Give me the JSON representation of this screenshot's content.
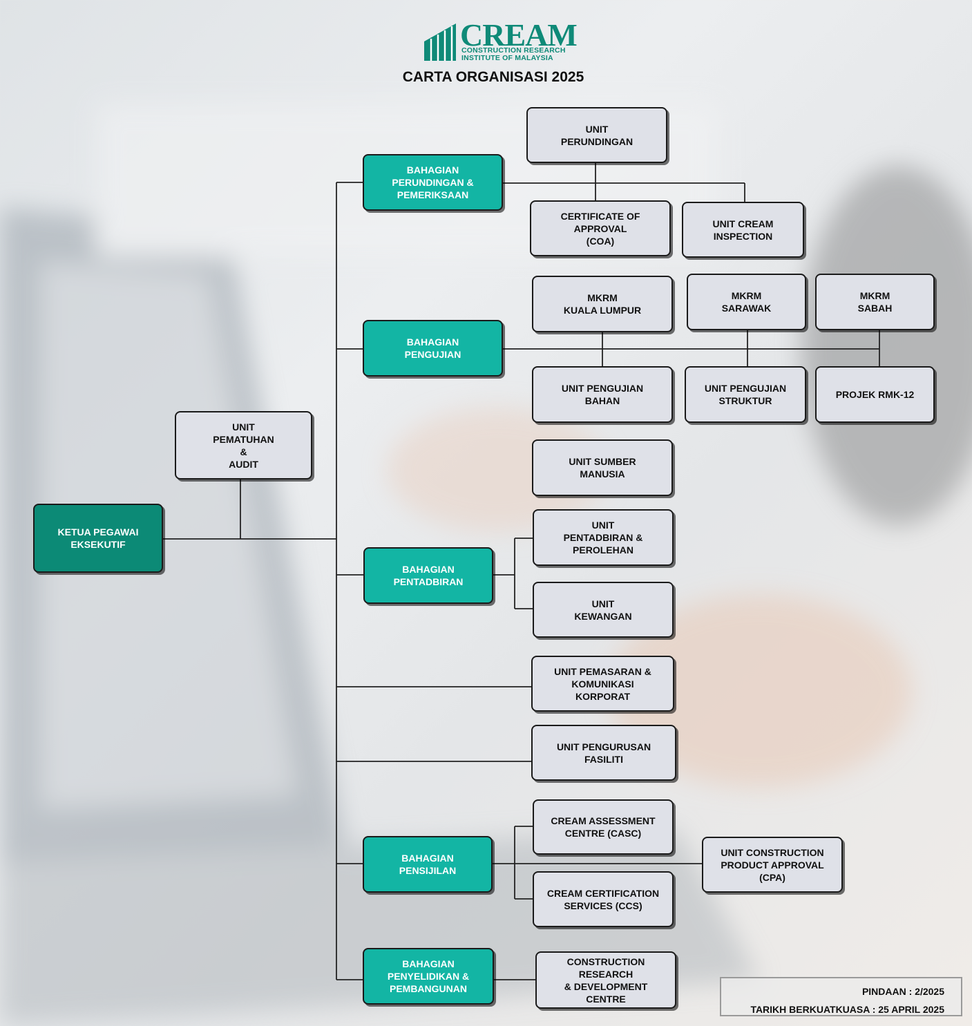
{
  "logo": {
    "wordmark": "CREAM",
    "subtitle_line1": "CONSTRUCTION RESEARCH",
    "subtitle_line2": "INSTITUTE OF MALAYSIA",
    "brand_color": "#0f8a78"
  },
  "title": "CARTA ORGANISASI 2025",
  "colors": {
    "division": "#13b5a4",
    "ceo": "#0c8a76",
    "unit": "#dfe1e8",
    "border": "#1a1a1a"
  },
  "ceo": "KETUA PEGAWAI\nEKSEKUTIF",
  "audit": "UNIT\nPEMATUHAN\n&\nAUDIT",
  "divisions": {
    "perundingan": "BAHAGIAN\nPERUNDINGAN &\nPEMERIKSAAN",
    "pengujian": "BAHAGIAN\nPENGUJIAN",
    "pentadbiran": "BAHAGIAN\nPENTADBIRAN",
    "pensijilan": "BAHAGIAN\nPENSIJILAN",
    "penyelidikan": "BAHAGIAN\nPENYELIDIKAN &\nPEMBANGUNAN"
  },
  "units": {
    "perundingan": "UNIT\nPERUNDINGAN",
    "coa": "CERTIFICATE OF\nAPPROVAL\n(COA)",
    "inspection": "UNIT CREAM\nINSPECTION",
    "mkrm_kl": "MKRM\nKUALA LUMPUR",
    "mkrm_sarawak": "MKRM\nSARAWAK",
    "mkrm_sabah": "MKRM\nSABAH",
    "bahan": "UNIT PENGUJIAN\nBAHAN",
    "struktur": "UNIT PENGUJIAN\nSTRUKTUR",
    "rmk12": "PROJEK RMK-12",
    "sumber": "UNIT SUMBER\nMANUSIA",
    "perolehan": "UNIT\nPENTADBIRAN &\nPEROLEHAN",
    "kewangan": "UNIT\nKEWANGAN",
    "pemasaran": "UNIT PEMASARAN &\nKOMUNIKASI\nKORPORAT",
    "fasiliti": "UNIT PENGURUSAN\nFASILITI",
    "casc": "CREAM ASSESSMENT\nCENTRE (CASC)",
    "ccs": "CREAM CERTIFICATION\nSERVICES (CCS)",
    "cpa": "UNIT CONSTRUCTION\nPRODUCT APPROVAL\n(CPA)",
    "crdc": "CONSTRUCTION\nRESEARCH\n& DEVELOPMENT\nCENTRE"
  },
  "footer": {
    "pindaan": "PINDAAN : 2/2025",
    "tarikh": "TARIKH BERKUATKUASA : 25 APRIL 2025"
  }
}
